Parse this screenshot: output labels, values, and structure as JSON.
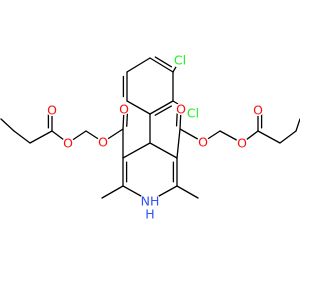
{
  "colors": {
    "bond": "#000000",
    "oxygen": "#ff0d0d",
    "nitrogen": "#3050f8",
    "chlorine": "#1ff01f",
    "background": "#ffffff"
  },
  "molecule": {
    "labels": {
      "cl_top": "Cl",
      "cl_ortho": "Cl",
      "nh": "NH",
      "h": "H",
      "o_left_carbonyl": "O",
      "o_left_ester": "O",
      "o_left_acyloxy": "O",
      "o_left_acyl_carbonyl": "O",
      "o_right_carbonyl": "O",
      "o_right_ester": "O",
      "o_right_acyloxy": "O",
      "o_right_acyl_carbonyl": "O"
    }
  }
}
